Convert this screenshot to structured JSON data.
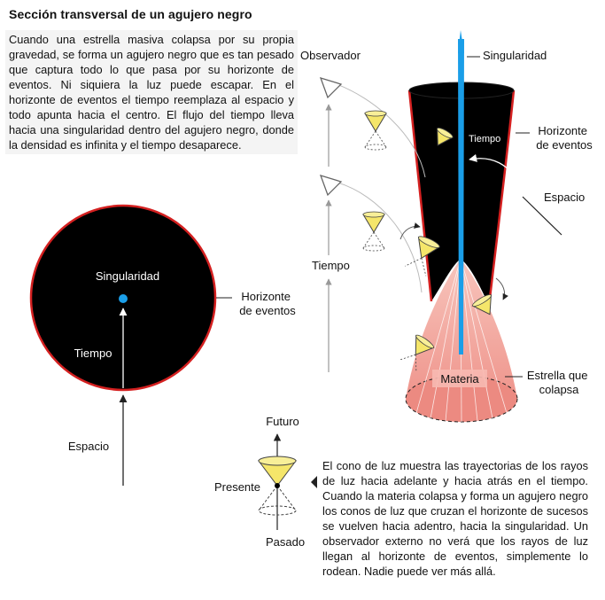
{
  "title": "Sección transversal de un agujero negro",
  "intro": "Cuando una estrella masiva colapsa por su propia gravedad, se forma un agujero negro que es tan pesado que captura todo lo que pasa por su horizonte de eventos. Ni siquiera la luz puede escapar. En el horizonte de eventos el tiempo reemplaza al espacio y todo apunta hacia el centro. El flujo del tiempo lleva hacia una singularidad dentro del agujero negro, donde la densidad es infinita y el tiempo desaparece.",
  "left_diagram": {
    "singularity": "Singularidad",
    "horizon_line1": "Horizonte",
    "horizon_line2": "de eventos",
    "time": "Tiempo",
    "space": "Espacio"
  },
  "right_diagram": {
    "observer": "Observador",
    "singularity": "Singularidad",
    "time_inside": "Tiempo",
    "horizon_line1": "Horizonte",
    "horizon_line2": "de eventos",
    "space": "Espacio",
    "time": "Tiempo",
    "matter": "Materia",
    "collapsing_star_line1": "Estrella que",
    "collapsing_star_line2": "colapsa"
  },
  "light_cone_legend": {
    "future": "Futuro",
    "present": "Presente",
    "past": "Pasado"
  },
  "caption": "El cono de luz muestra las trayectorias de los rayos de luz hacia adelante y hacia atrás en el tiempo. Cuando la materia colapsa y forma un agujero negro los conos de luz que cruzan el horizonte de sucesos se vuelven hacia adentro, hacia la singularidad.  Un observador externo no verá que los rayos de luz llegan al horizonte de eventos, simplemente lo rodean. Nadie puede ver más allá.",
  "colors": {
    "black_hole": "#000000",
    "horizon_edge": "#d42020",
    "singularity": "#1a9ee8",
    "matter": "#f2a8a0",
    "cone": "#f5e66a"
  }
}
